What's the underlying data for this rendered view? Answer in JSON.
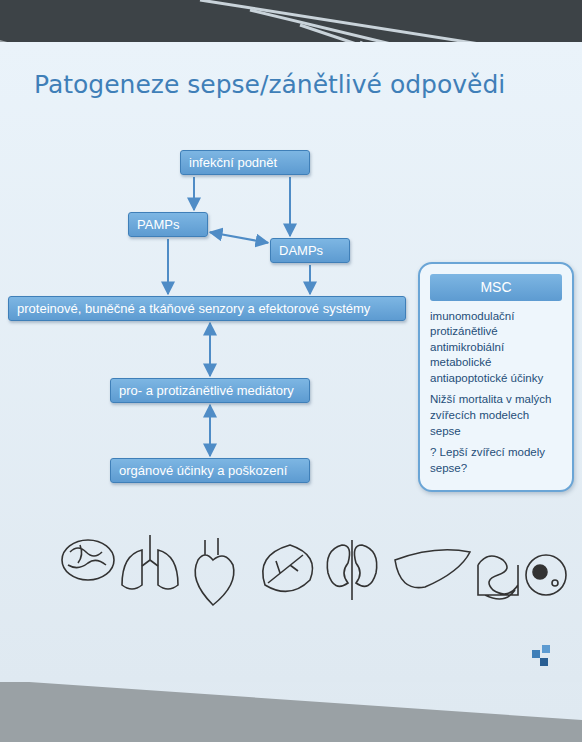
{
  "diagram": {
    "title": "Patogeneze sepse/zánětlivé odpovědi",
    "nodes": [
      {
        "text": [
          "infekční podnět"
        ]
      },
      {
        "text": [
          "PAMPs"
        ]
      },
      {
        "text": [
          "DAMPs"
        ]
      },
      {
        "text": [
          "proteinové, buněčné a tkáňové senzory a efektorové systémy"
        ]
      },
      {
        "text": [
          "pro- a protizánětlivé mediátory"
        ]
      },
      {
        "text": [
          "orgánové účinky a poškození"
        ]
      },
      {
        "text": [
          "MSC",
          "imunomodulační protizánětlivé antimikrobiální metabolické antiapoptotické účinky",
          "Nižší mortalita v malých zvířecích modelech sepse",
          "? Lepší zvířecí modely sepse?"
        ]
      }
    ],
    "edges": [
      {
        "from": 0,
        "to": 1,
        "arrow": "to"
      },
      {
        "from": 0,
        "to": 2,
        "arrow": "to"
      },
      {
        "from": 1,
        "to": 2,
        "arrow": "both"
      },
      {
        "from": 1,
        "to": 3,
        "arrow": "to"
      },
      {
        "from": 2,
        "to": 3,
        "arrow": "to"
      },
      {
        "from": 3,
        "to": 4,
        "arrow": "both"
      },
      {
        "from": 4,
        "to": 5,
        "arrow": "both"
      }
    ]
  }
}
